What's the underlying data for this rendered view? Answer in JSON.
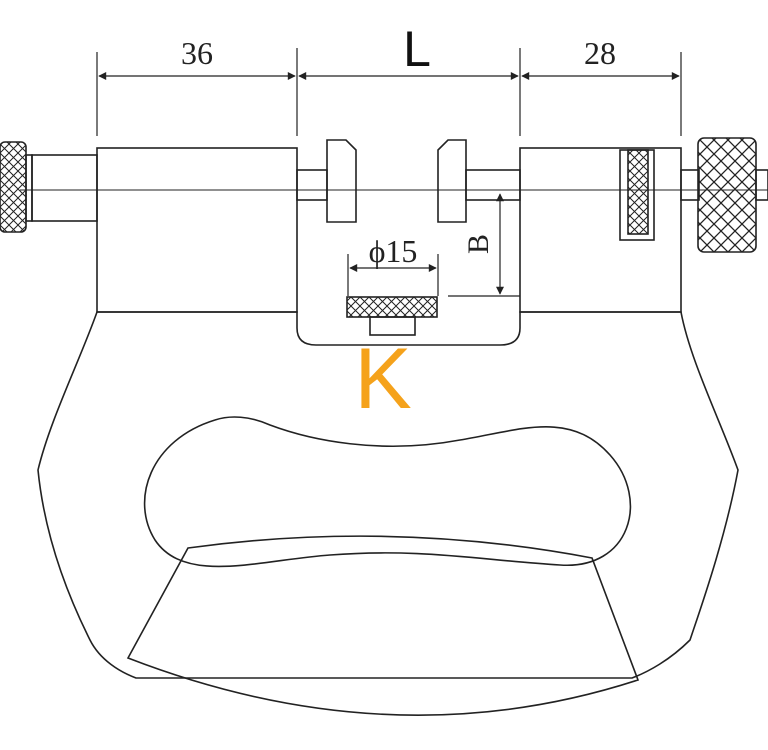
{
  "dimensions": {
    "left_width": "36",
    "center_gap": "L",
    "right_width": "28",
    "anvil_diameter": "ϕ15",
    "height_label": "B"
  },
  "marker": {
    "letter": "K",
    "color": "#f5a21b"
  },
  "colors": {
    "line": "#222222",
    "background": "#ffffff"
  }
}
